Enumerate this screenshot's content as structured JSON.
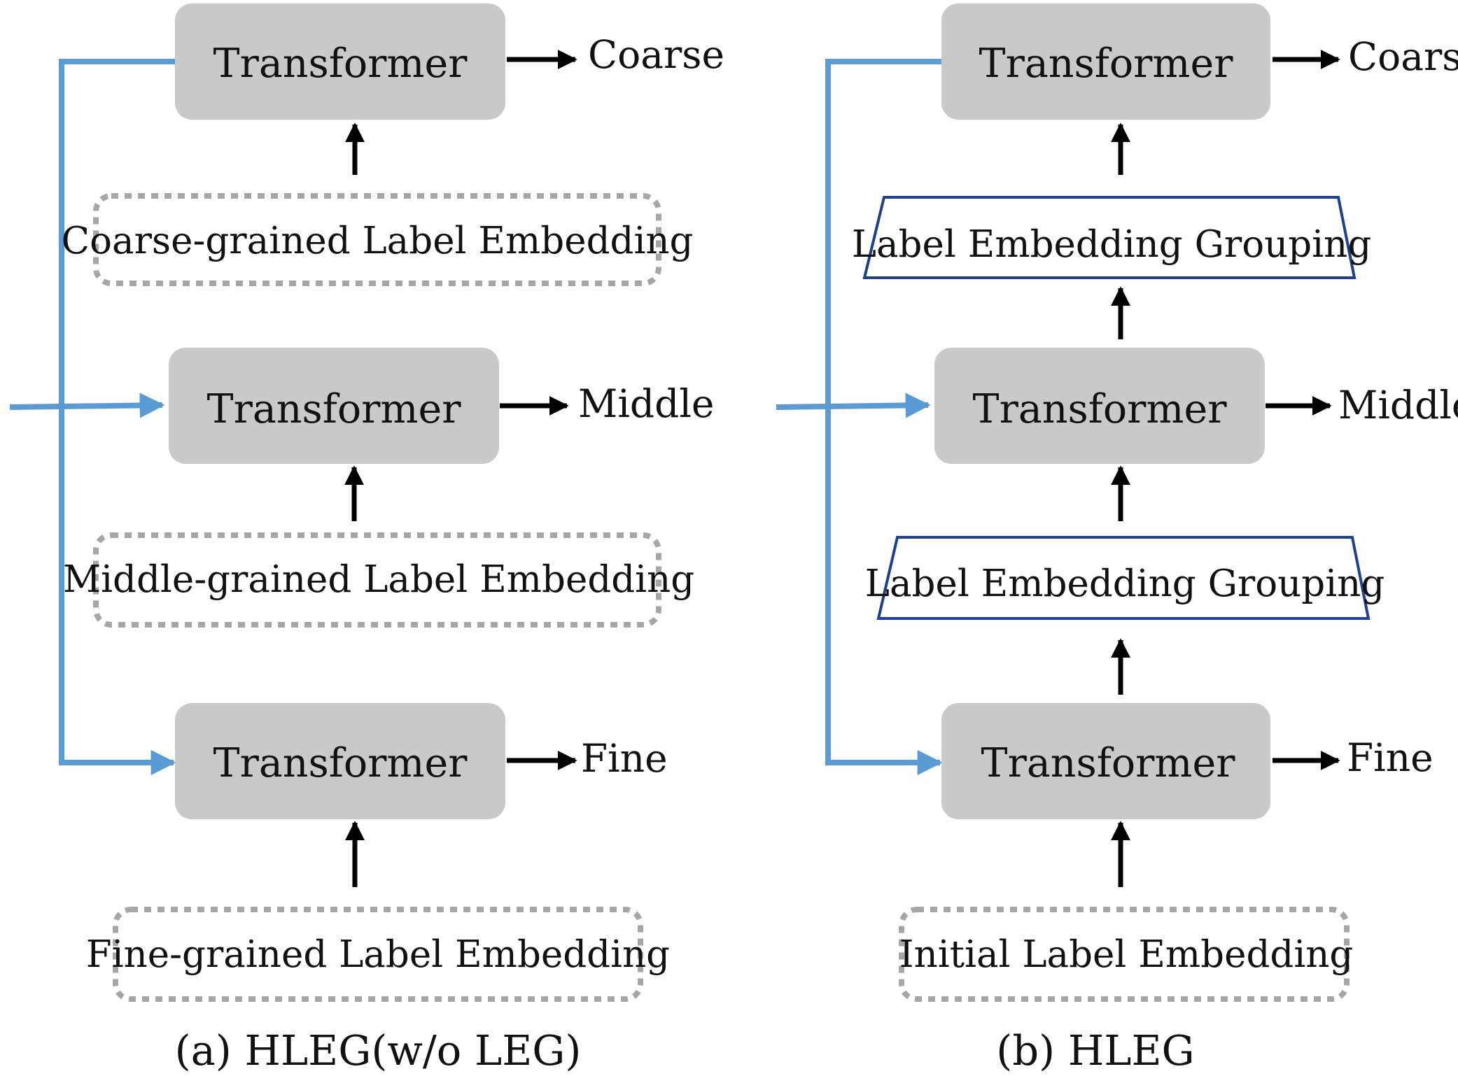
{
  "colors": {
    "block_fill": "#c9c9c9",
    "skip_line": "#5b9bd5",
    "grouping_stroke": "#1f3f8f",
    "dashed_border": "#a6a6a6",
    "arrow": "#000000"
  },
  "panels": [
    {
      "caption": "(a) HLEG(w/o LEG)",
      "blocks": [
        {
          "label": "Transformer",
          "output": "Coarse"
        },
        {
          "label": "Transformer",
          "output": "Middle"
        },
        {
          "label": "Transformer",
          "output": "Fine"
        }
      ],
      "embeddings": [
        "Coarse-grained Label Embedding",
        "Middle-grained Label Embedding",
        "Fine-grained Label Embedding"
      ]
    },
    {
      "caption": "(b) HLEG",
      "blocks": [
        {
          "label": "Transformer",
          "output": "Coarse"
        },
        {
          "label": "Transformer",
          "output": "Middle"
        },
        {
          "label": "Transformer",
          "output": "Fine"
        }
      ],
      "grouping": [
        "Label Embedding Grouping",
        "Label Embedding Grouping"
      ],
      "embeddings": [
        "Initial Label Embedding"
      ]
    }
  ]
}
